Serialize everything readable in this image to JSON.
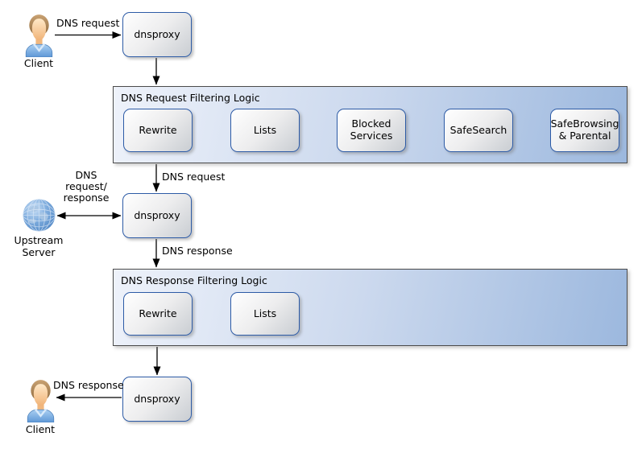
{
  "colors": {
    "node_border": "#2d5ba6",
    "node_fill_light": "#ffffff",
    "node_fill_dark": "#c9cdd2",
    "pipeline_fill_light": "#eef2fa",
    "pipeline_fill_dark": "#9cb8de",
    "pipeline_border": "#4b4b4b",
    "arrow_color": "#000000",
    "text_color": "#000000",
    "background": "#ffffff"
  },
  "nodes": {
    "client_top": {
      "label": "Client"
    },
    "dnsproxy_top": {
      "label": "dnsproxy"
    },
    "dnsproxy_mid": {
      "label": "dnsproxy"
    },
    "dnsproxy_bottom": {
      "label": "dnsproxy"
    },
    "upstream_server": {
      "label": "Upstream\nServer"
    },
    "client_bottom": {
      "label": "Client"
    }
  },
  "request_pipeline": {
    "title": "DNS Request Filtering Logic",
    "steps": [
      "Rewrite",
      "Lists",
      "Blocked Services",
      "SafeSearch",
      "SafeBrowsing & Parental"
    ]
  },
  "response_pipeline": {
    "title": "DNS Response Filtering Logic",
    "steps": [
      "Rewrite",
      "Lists"
    ]
  },
  "edge_labels": {
    "client_to_proxy": "DNS request",
    "proxy_to_request_pipeline": "DNS request",
    "upstream_exchange": "DNS\nrequest/\nresponse",
    "proxy_to_response_pipeline": "DNS response",
    "proxy_to_client": "DNS response"
  }
}
